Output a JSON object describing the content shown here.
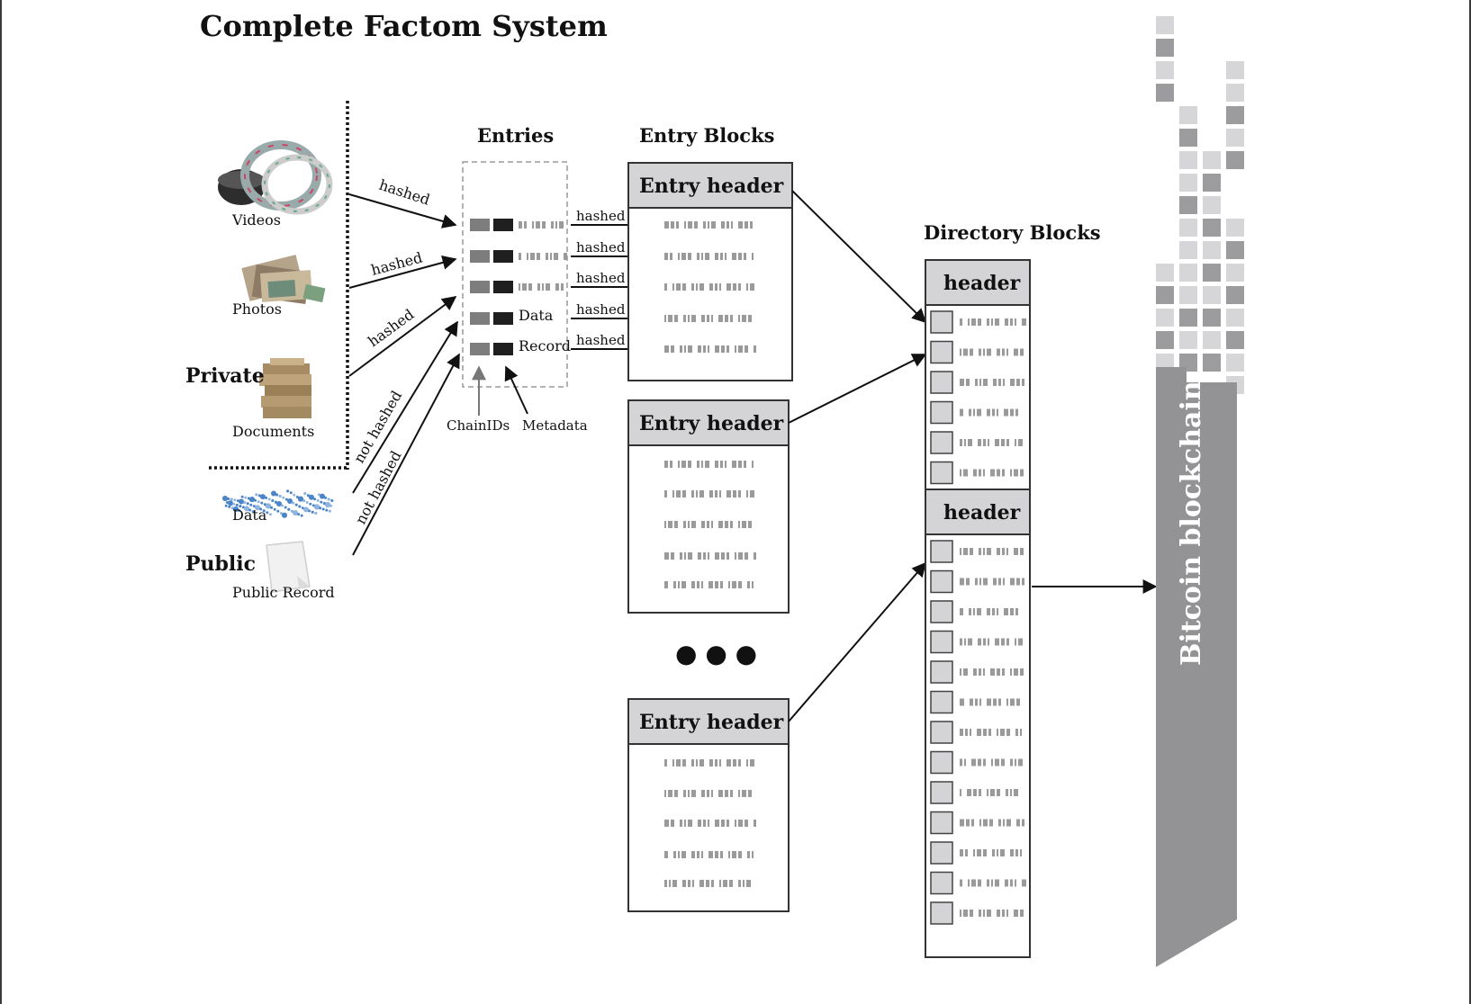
{
  "title": "Complete Factom System",
  "sources": {
    "private_label": "Private",
    "public_label": "Public",
    "videos_label": "Videos",
    "photos_label": "Photos",
    "documents_label": "Documents",
    "data_label": "Data",
    "public_record_label": "Public Record"
  },
  "arrows": {
    "hashed": "hashed",
    "not_hashed": "not hashed"
  },
  "entries": {
    "heading": "Entries",
    "row_data": "Data",
    "row_record": "Record",
    "chainids_label": "ChainIDs",
    "metadata_label": "Metadata"
  },
  "entry_blocks": {
    "heading": "Entry Blocks",
    "header_label": "Entry header",
    "ellipsis": "● ● ●"
  },
  "directory_blocks": {
    "heading": "Directory Blocks",
    "header_label": "header"
  },
  "bitcoin": {
    "label": "Bitcoin blockchain",
    "fill_color": "#939395",
    "light_square": "#d6d6d8",
    "dark_square": "#9c9c9e"
  }
}
